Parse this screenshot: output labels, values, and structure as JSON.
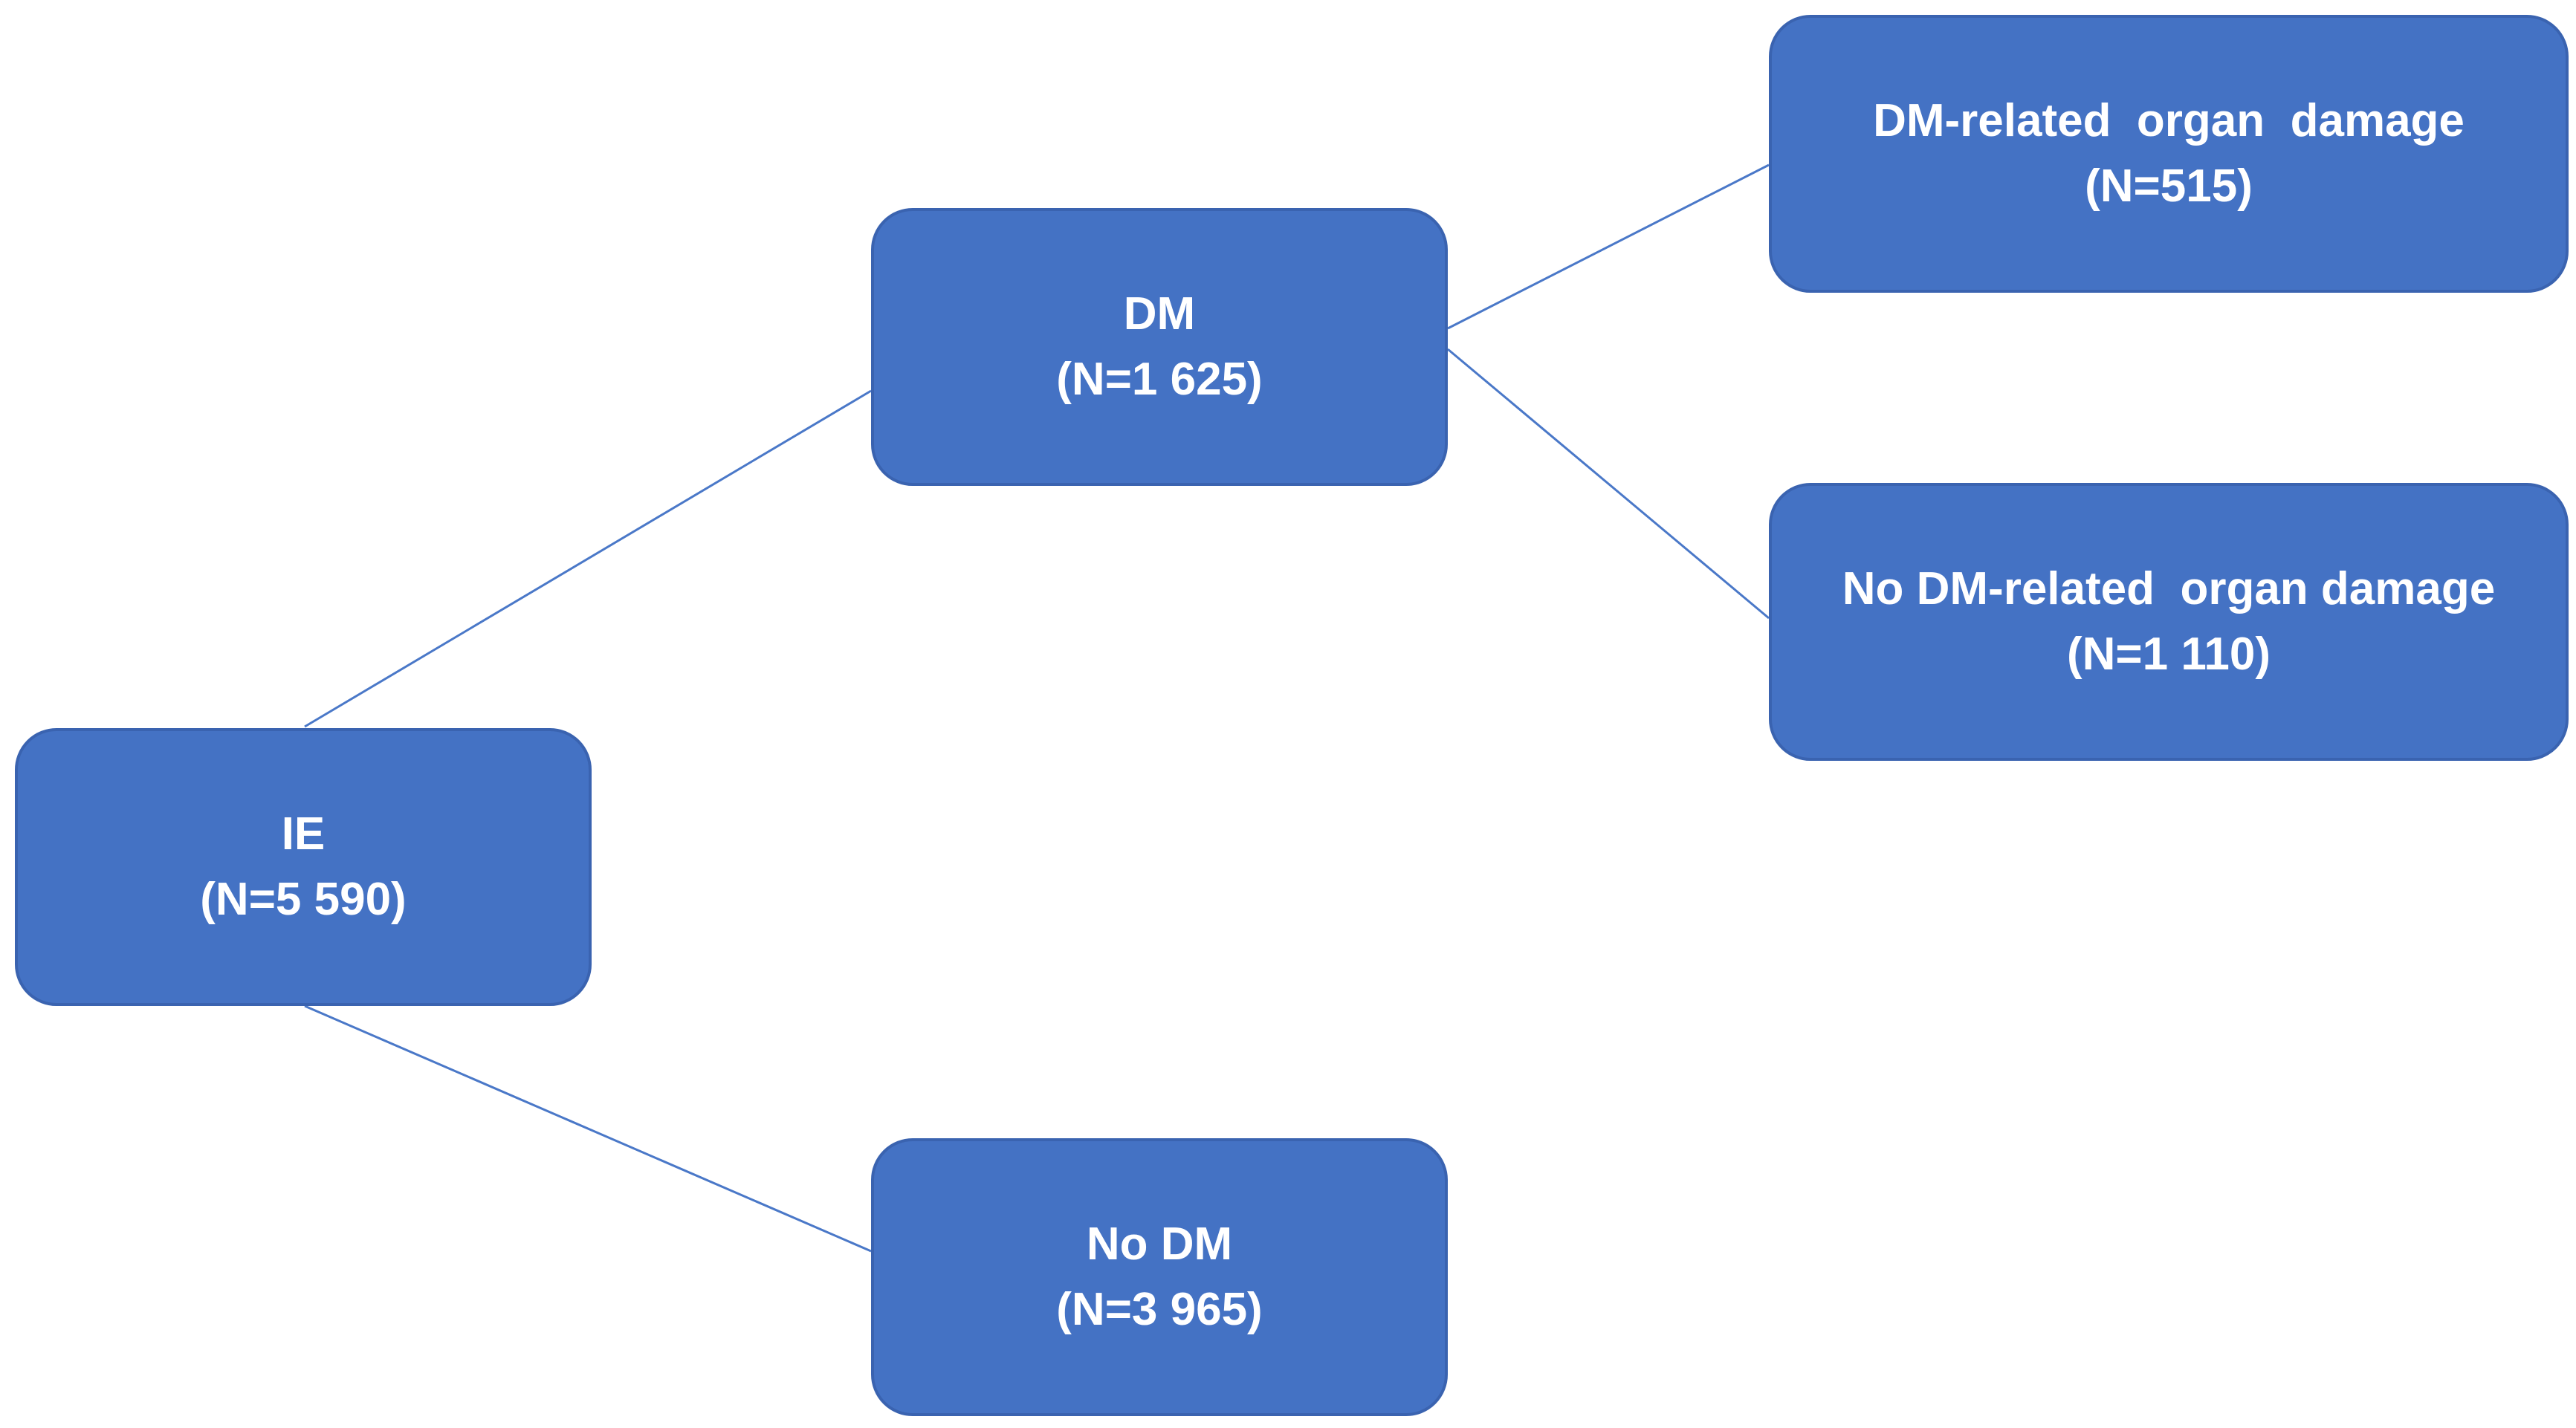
{
  "colors": {
    "node_fill": "#4472c4",
    "node_border": "#3a63b0",
    "node_text": "#ffffff",
    "connector": "#4a78c8"
  },
  "nodes": {
    "ie": {
      "title": "IE",
      "count": "(N=5 590)"
    },
    "dm": {
      "title": "DM",
      "count": "(N=1 625)"
    },
    "no_dm": {
      "title": "No DM",
      "count": "(N=3 965)"
    },
    "dm_organ_damage": {
      "title": "DM-related  organ  damage",
      "count": "(N=515)"
    },
    "no_dm_organ_damage": {
      "title": "No DM-related  organ damage",
      "count": "(N=1 110)"
    }
  }
}
